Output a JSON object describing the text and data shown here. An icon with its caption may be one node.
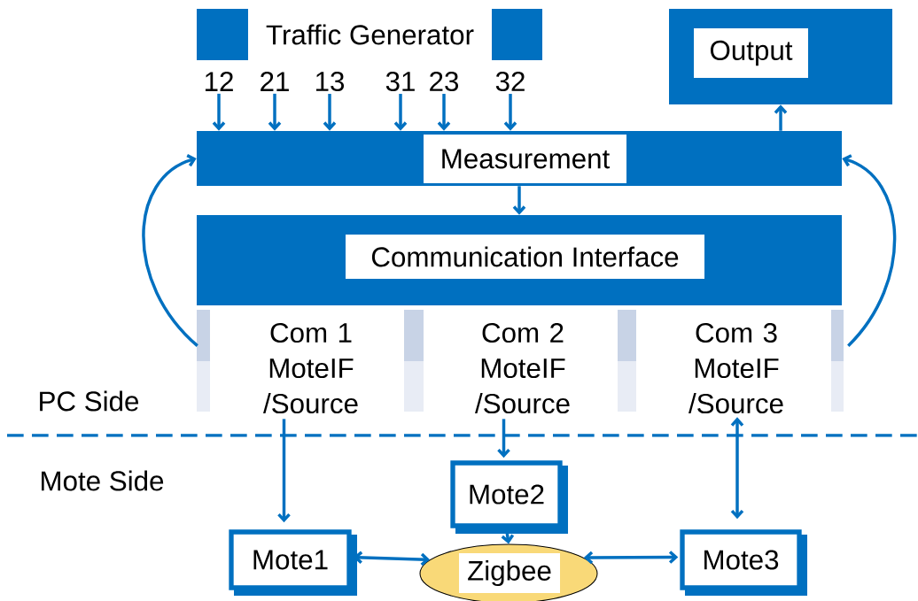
{
  "diagram": {
    "nodes": [
      {
        "text": [
          "Traffic Generator"
        ]
      },
      {
        "text": [
          "Output"
        ]
      },
      {
        "text": [
          "12"
        ]
      },
      {
        "text": [
          "21"
        ]
      },
      {
        "text": [
          "13"
        ]
      },
      {
        "text": [
          "31"
        ]
      },
      {
        "text": [
          "23"
        ]
      },
      {
        "text": [
          "32"
        ]
      },
      {
        "text": [
          "Measurement"
        ]
      },
      {
        "text": [
          "Communication Interface"
        ]
      },
      {
        "text": [
          "Com 1 MoteIF /Source"
        ]
      },
      {
        "text": [
          "Com 2 MoteIF /Source"
        ]
      },
      {
        "text": [
          "Com 3 MoteIF /Source"
        ]
      },
      {
        "text": [
          "Mote2"
        ]
      },
      {
        "text": [
          "Mote1"
        ]
      },
      {
        "text": [
          "Zigbee"
        ]
      },
      {
        "text": [
          "Mote3"
        ]
      }
    ],
    "edges": [
      {
        "from": 2,
        "to": 8,
        "arrow": "to"
      },
      {
        "from": 3,
        "to": 8,
        "arrow": "to"
      },
      {
        "from": 4,
        "to": 8,
        "arrow": "to"
      },
      {
        "from": 5,
        "to": 8,
        "arrow": "to"
      },
      {
        "from": 6,
        "to": 8,
        "arrow": "to"
      },
      {
        "from": 7,
        "to": 8,
        "arrow": "to"
      },
      {
        "from": 8,
        "to": 1,
        "arrow": "to"
      },
      {
        "from": 8,
        "to": 9,
        "arrow": "to"
      },
      {
        "from": 10,
        "to": 8,
        "arrow": "to"
      },
      {
        "from": 12,
        "to": 8,
        "arrow": "to"
      },
      {
        "from": 10,
        "to": 14,
        "arrow": "to"
      },
      {
        "from": 11,
        "to": 13,
        "arrow": "to"
      },
      {
        "from": 12,
        "to": 16,
        "arrow": "both"
      },
      {
        "from": 13,
        "to": 15,
        "arrow": "to"
      },
      {
        "from": 14,
        "to": 15,
        "arrow": "both"
      },
      {
        "from": 15,
        "to": 16,
        "arrow": "both"
      }
    ],
    "labels": [
      "PC Side",
      "Mote Side"
    ]
  }
}
